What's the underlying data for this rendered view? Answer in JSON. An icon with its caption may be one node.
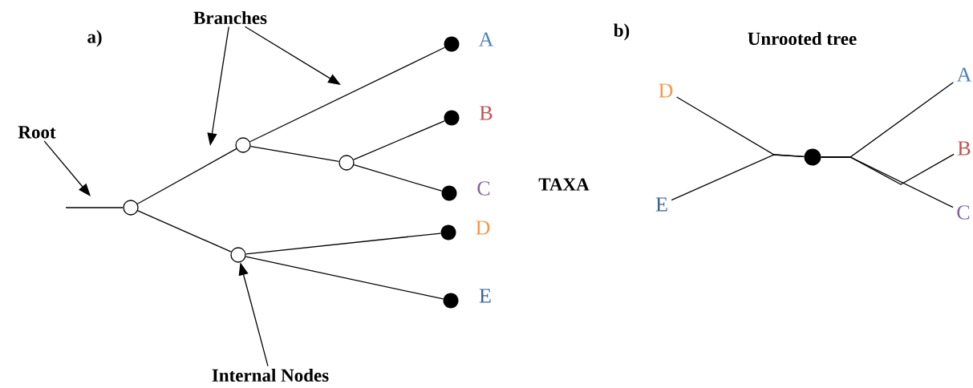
{
  "diagram": {
    "nodes": [
      {
        "text": [],
        "shape": "circle"
      },
      {
        "text": [],
        "shape": "circle"
      },
      {
        "text": [],
        "shape": "circle"
      },
      {
        "text": [],
        "shape": "circle"
      },
      {
        "text": [],
        "shape": "dot",
        "beside": [
          "A"
        ]
      },
      {
        "text": [],
        "shape": "dot",
        "beside": [
          "B"
        ]
      },
      {
        "text": [],
        "shape": "dot",
        "beside": [
          "C"
        ]
      },
      {
        "text": [],
        "shape": "dot",
        "beside": [
          "D"
        ]
      },
      {
        "text": [],
        "shape": "dot",
        "beside": [
          "E"
        ]
      },
      {
        "text": [
          "Root"
        ]
      },
      {
        "text": [
          "Branches"
        ]
      },
      {
        "text": [
          "Internal Nodes"
        ]
      },
      {
        "text": [],
        "shape": "dot"
      },
      {
        "text": [
          "D"
        ]
      },
      {
        "text": [
          "E"
        ]
      },
      {
        "text": [
          "A"
        ]
      },
      {
        "text": [
          "B"
        ]
      },
      {
        "text": [
          "C"
        ]
      }
    ],
    "edges": [
      {
        "from": null,
        "to": 0,
        "arrow": "none"
      },
      {
        "from": 0,
        "to": 1,
        "arrow": "none"
      },
      {
        "from": 1,
        "to": 4,
        "arrow": "none"
      },
      {
        "from": 1,
        "to": 2,
        "arrow": "none"
      },
      {
        "from": 2,
        "to": 5,
        "arrow": "none"
      },
      {
        "from": 2,
        "to": 6,
        "arrow": "none"
      },
      {
        "from": 0,
        "to": 3,
        "arrow": "none"
      },
      {
        "from": 3,
        "to": 7,
        "arrow": "none"
      },
      {
        "from": 3,
        "to": 8,
        "arrow": "none"
      },
      {
        "from": 9,
        "to": null,
        "arrow": "to"
      },
      {
        "from": 10,
        "to": null,
        "arrow": "to"
      },
      {
        "from": 10,
        "to": null,
        "arrow": "to"
      },
      {
        "from": 11,
        "to": 3,
        "arrow": "to"
      },
      {
        "from": 13,
        "to": 12,
        "arrow": "none"
      },
      {
        "from": 14,
        "to": 12,
        "arrow": "none"
      },
      {
        "from": 12,
        "to": 15,
        "arrow": "none"
      },
      {
        "from": 12,
        "to": 16,
        "arrow": "none"
      },
      {
        "from": 12,
        "to": 17,
        "arrow": "none"
      }
    ],
    "labels": [
      "b)",
      "a)",
      "Unrooted tree",
      "TAXA"
    ]
  }
}
